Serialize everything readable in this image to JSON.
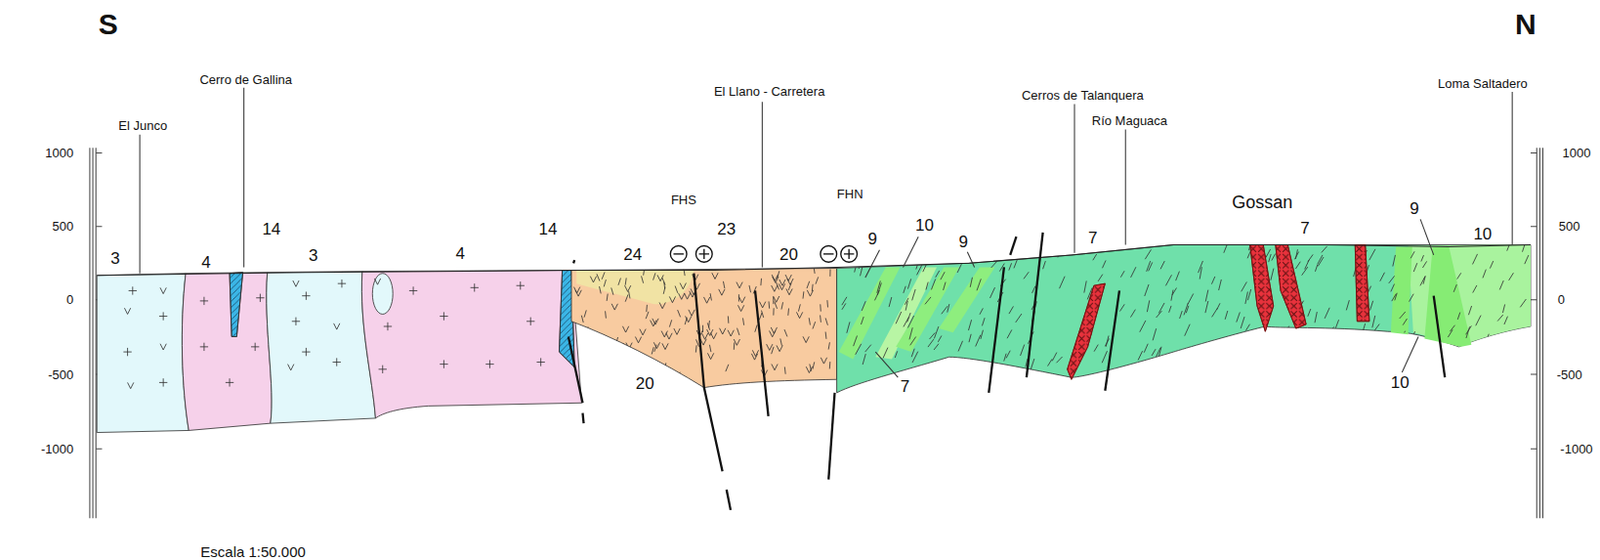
{
  "diagram": {
    "labels": [
      "S",
      "N",
      "El Junco",
      "Cerro de Gallina",
      "El Llano - Carretera",
      "Cerros de Talanquera",
      "Río Maguaca",
      "Loma Saltadero",
      "1000",
      "500",
      "0",
      "-500",
      "-1000",
      "1000",
      "500",
      "0",
      "-500",
      "-1000",
      "FHS",
      "FHN",
      "3",
      "4",
      "14",
      "3",
      "4",
      "14",
      "24",
      "23",
      "20",
      "20",
      "9",
      "10",
      "9",
      "7",
      "7",
      "Gossan",
      "7",
      "9",
      "10",
      "10",
      "Escala 1:50.000"
    ]
  }
}
